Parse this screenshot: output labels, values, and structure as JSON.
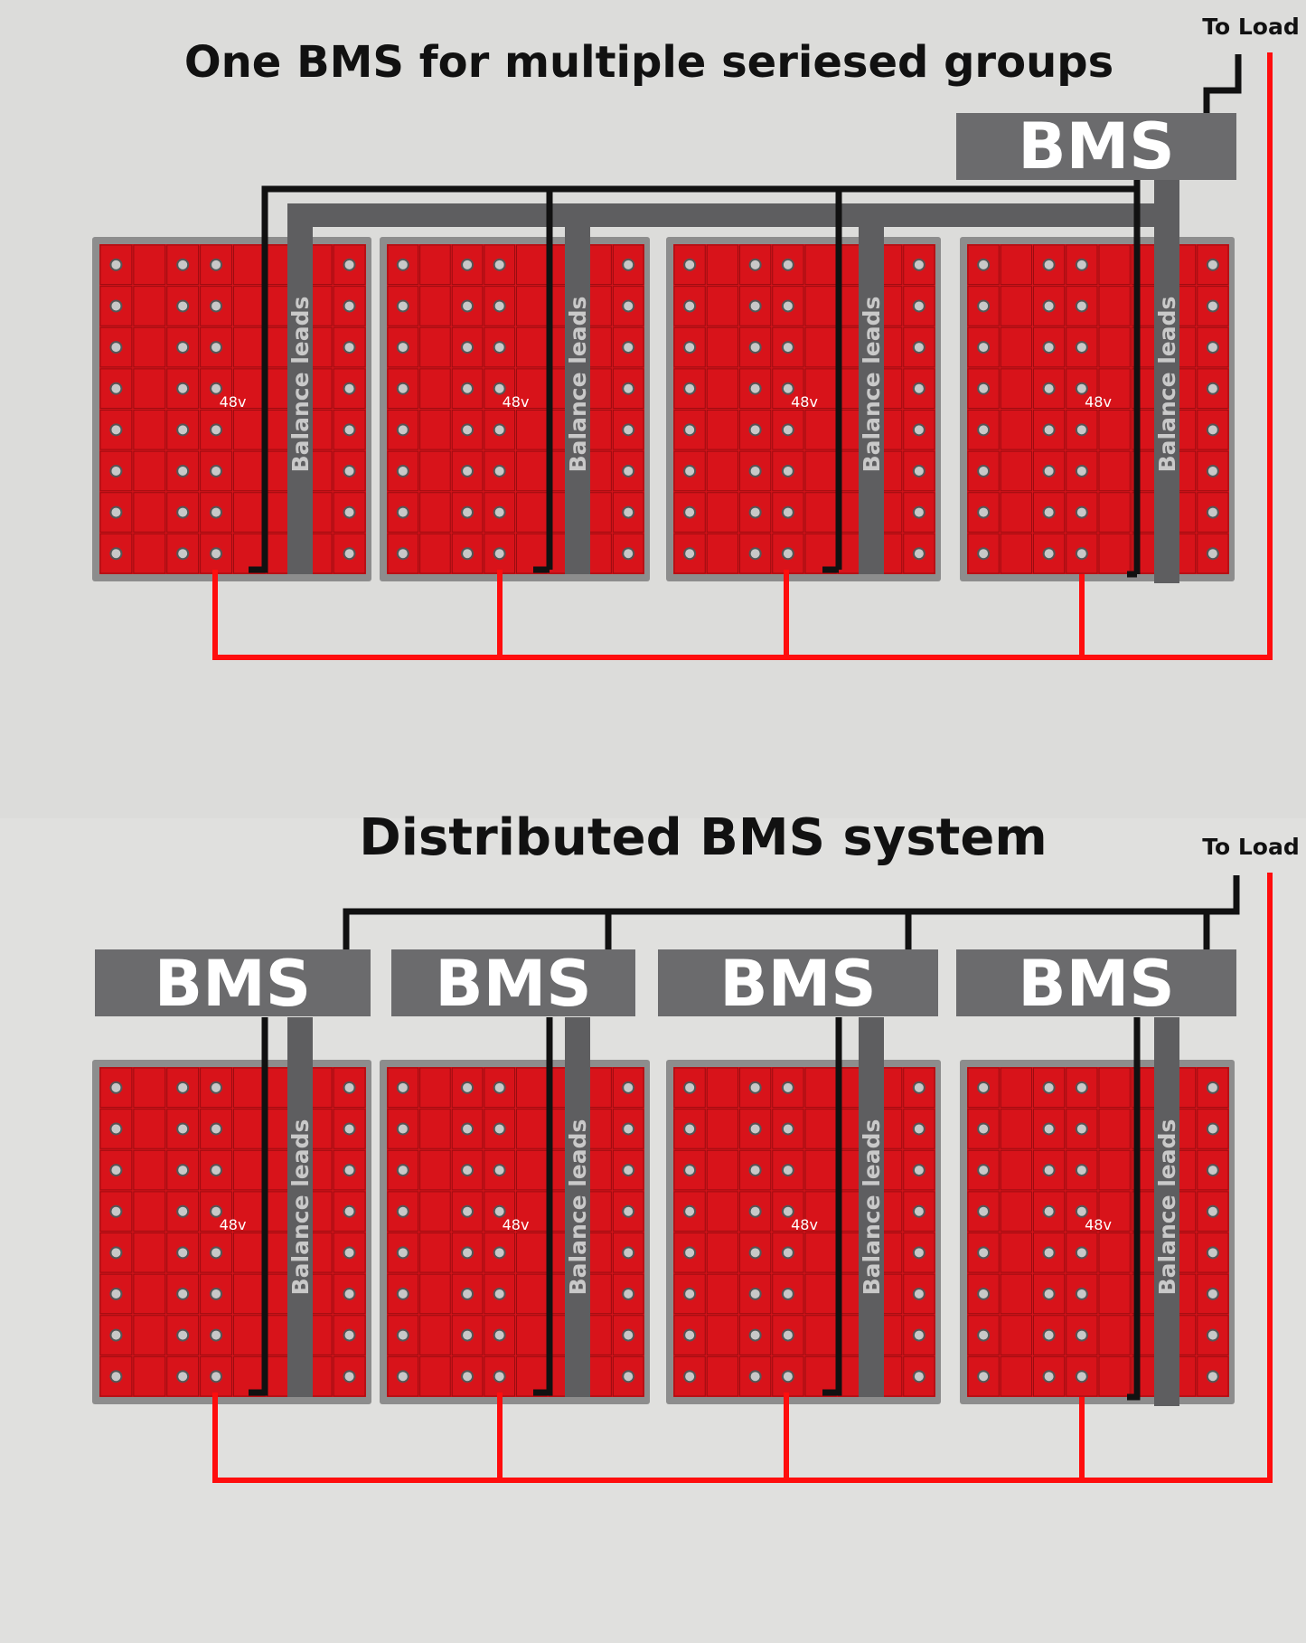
{
  "colors": {
    "background": "#dddddb",
    "battery": "#d8131a",
    "battery_dark": "#9a0c10",
    "bms_box": "#6b6b6d",
    "lead_bar": "#5e5e60",
    "sense_wire": "#111111",
    "power_wire": "#ff0d0d"
  },
  "top_panel": {
    "title": "One BMS for multiple seriesed groups",
    "to_load": "To Load",
    "bms_label": "BMS",
    "modules": [
      {
        "voltage": "48v",
        "balance_label": "Balance leads"
      },
      {
        "voltage": "48v",
        "balance_label": "Balance leads"
      },
      {
        "voltage": "48v",
        "balance_label": "Balance leads"
      },
      {
        "voltage": "48v",
        "balance_label": "Balance leads"
      }
    ]
  },
  "bottom_panel": {
    "title": "Distributed BMS system",
    "to_load": "To Load",
    "bms_units": [
      "BMS",
      "BMS",
      "BMS",
      "BMS"
    ],
    "modules": [
      {
        "voltage": "48v",
        "balance_label": "Balance leads"
      },
      {
        "voltage": "48v",
        "balance_label": "Balance leads"
      },
      {
        "voltage": "48v",
        "balance_label": "Balance leads"
      },
      {
        "voltage": "48v",
        "balance_label": "Balance leads"
      }
    ]
  }
}
